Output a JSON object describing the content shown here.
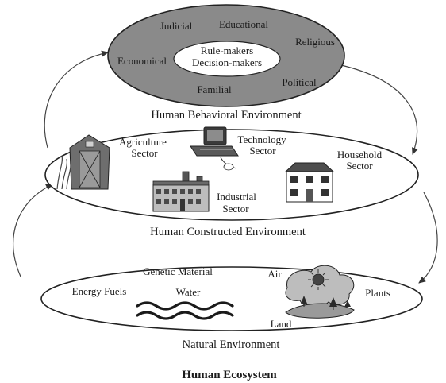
{
  "behavioral": {
    "caption": "Human Behavioral Environment",
    "center_line1": "Rule-makers",
    "center_line2": "Decision-makers",
    "items": {
      "judicial": "Judicial",
      "educational": "Educational",
      "religious": "Religious",
      "economical": "Economical",
      "familial": "Familial",
      "political": "Political"
    }
  },
  "constructed": {
    "caption": "Human Constructed Environment",
    "agriculture": [
      "Agriculture",
      "Sector"
    ],
    "technology": [
      "Technology",
      "Sector"
    ],
    "household": [
      "Household",
      "Sector"
    ],
    "industrial": [
      "Industrial",
      "Sector"
    ]
  },
  "natural": {
    "caption": "Natural Environment",
    "energy_fuels": "Energy Fuels",
    "genetic_material": "Genetic Material",
    "water": "Water",
    "air": "Air",
    "plants": "Plants",
    "land": "Land"
  },
  "title": "Human Ecosystem",
  "colors": {
    "behavioral_fill": "#8a8a8a",
    "line": "#222222"
  }
}
